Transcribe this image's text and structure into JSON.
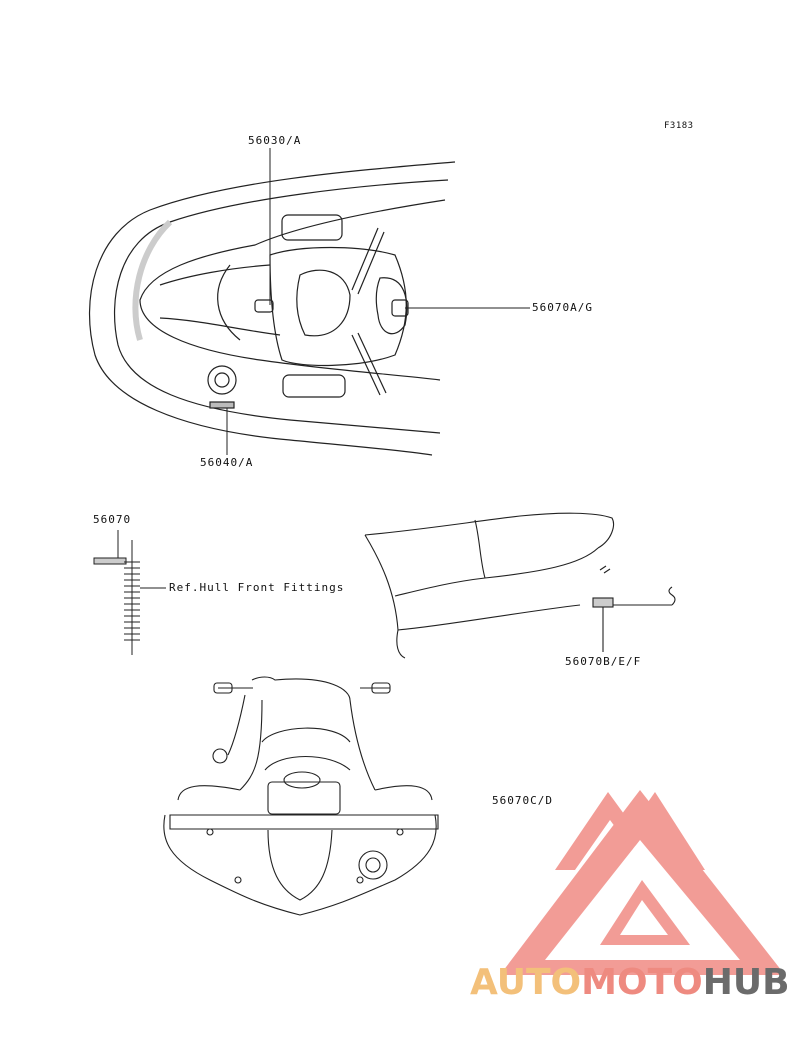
{
  "figure_code": "F3183",
  "callouts": {
    "top_console": "56030/A",
    "top_right": "56070A/G",
    "top_bottom": "56040/A",
    "part_56070": "56070",
    "ref_hull": "Ref.Hull Front Fittings",
    "side_view": "56070B/E/F",
    "rear_view": "56070C/D"
  },
  "watermark": {
    "auto": "AUTO",
    "moto": "MOTO",
    "hub": "HUB",
    "colors": {
      "auto": "#f3c07a",
      "moto": "#ee8a80",
      "hub": "#6b6b6b",
      "logo": "#f08b84"
    }
  }
}
